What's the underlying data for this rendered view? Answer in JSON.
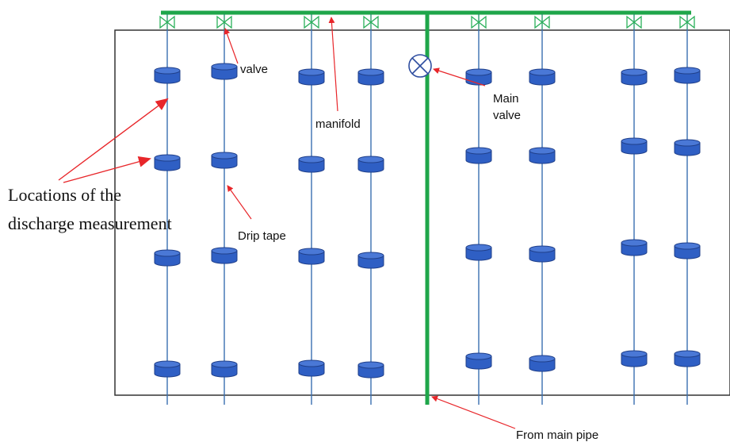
{
  "labels": {
    "valve": "valve",
    "manifold": "manifold",
    "main_valve_line1": "Main",
    "main_valve_line2": "valve",
    "drip_tape": "Drip tape",
    "discharge_line1": "Locations of the",
    "discharge_line2": "discharge measurement",
    "from_main_pipe": "From main pipe"
  },
  "colors": {
    "main_pipe": "#1fa64a",
    "drip_tape": "#3a6fb0",
    "emitter_fill": "#2f5fc4",
    "emitter_stroke": "#1f3f8a",
    "valve": "#2bb05a",
    "arrow": "#e8262a",
    "field_border": "#333333",
    "main_valve_symbol": "#2f4ea0"
  },
  "icons": {
    "lateral_valve": "bowtie-valve-icon",
    "main_valve": "circle-x-valve-icon",
    "emitter": "cylinder-emitter-icon"
  },
  "layout_summary": {
    "laterals_per_side": 4,
    "emitters_per_lateral": 4
  }
}
